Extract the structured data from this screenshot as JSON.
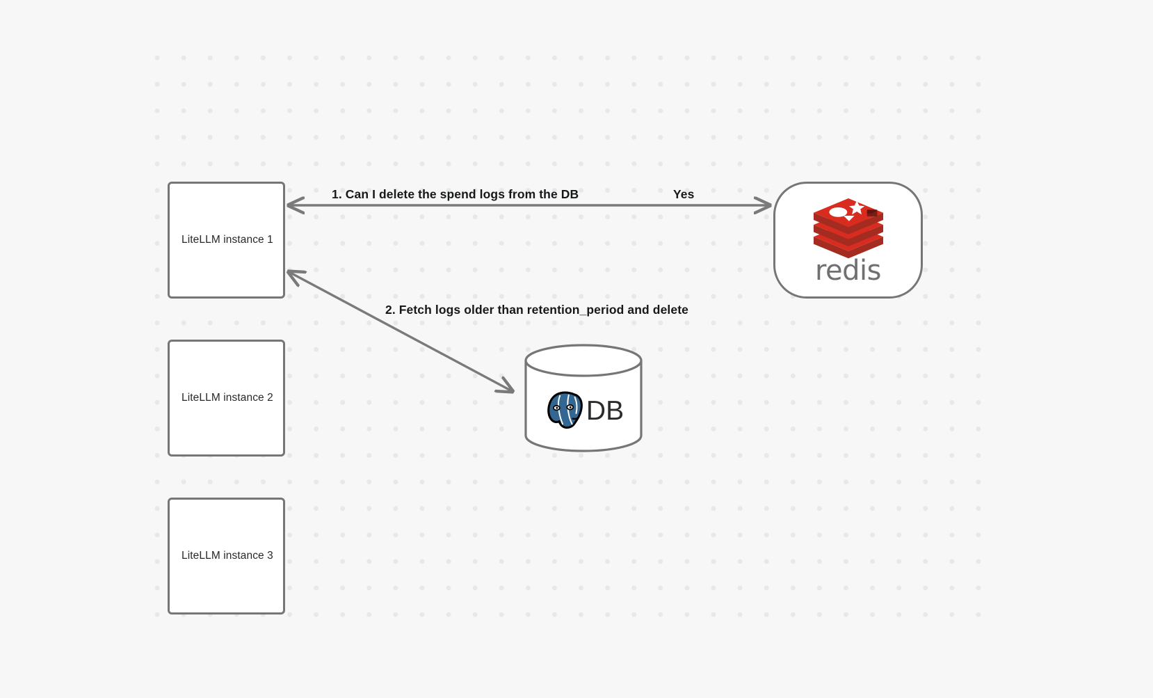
{
  "diagram": {
    "background_color": "#f7f7f7",
    "grid_dot_color": "#e7e8ea",
    "node_border_color": "#767676",
    "edge_color": "#7a7a7a",
    "nodes": [
      {
        "id": "instance-1",
        "label": "LiteLLM instance 1",
        "type": "box"
      },
      {
        "id": "instance-2",
        "label": "LiteLLM instance 2",
        "type": "box"
      },
      {
        "id": "instance-3",
        "label": "LiteLLM instance 3",
        "type": "box"
      },
      {
        "id": "redis",
        "label": "redis",
        "type": "rounded",
        "icon": "redis-logo-icon",
        "brand_color": "#d82c20"
      },
      {
        "id": "database",
        "label": "DB",
        "type": "cylinder",
        "icon": "postgresql-elephant-icon",
        "brand_color": "#336791"
      }
    ],
    "edges": [
      {
        "id": "edge-1",
        "from": "instance-1",
        "to": "redis",
        "direction": "bidirectional",
        "request_label": "1.  Can I delete the spend logs from the DB",
        "response_label": "Yes"
      },
      {
        "id": "edge-2",
        "from": "instance-1",
        "to": "database",
        "direction": "bidirectional",
        "label": "2.  Fetch logs older than retention_period and delete"
      }
    ]
  }
}
